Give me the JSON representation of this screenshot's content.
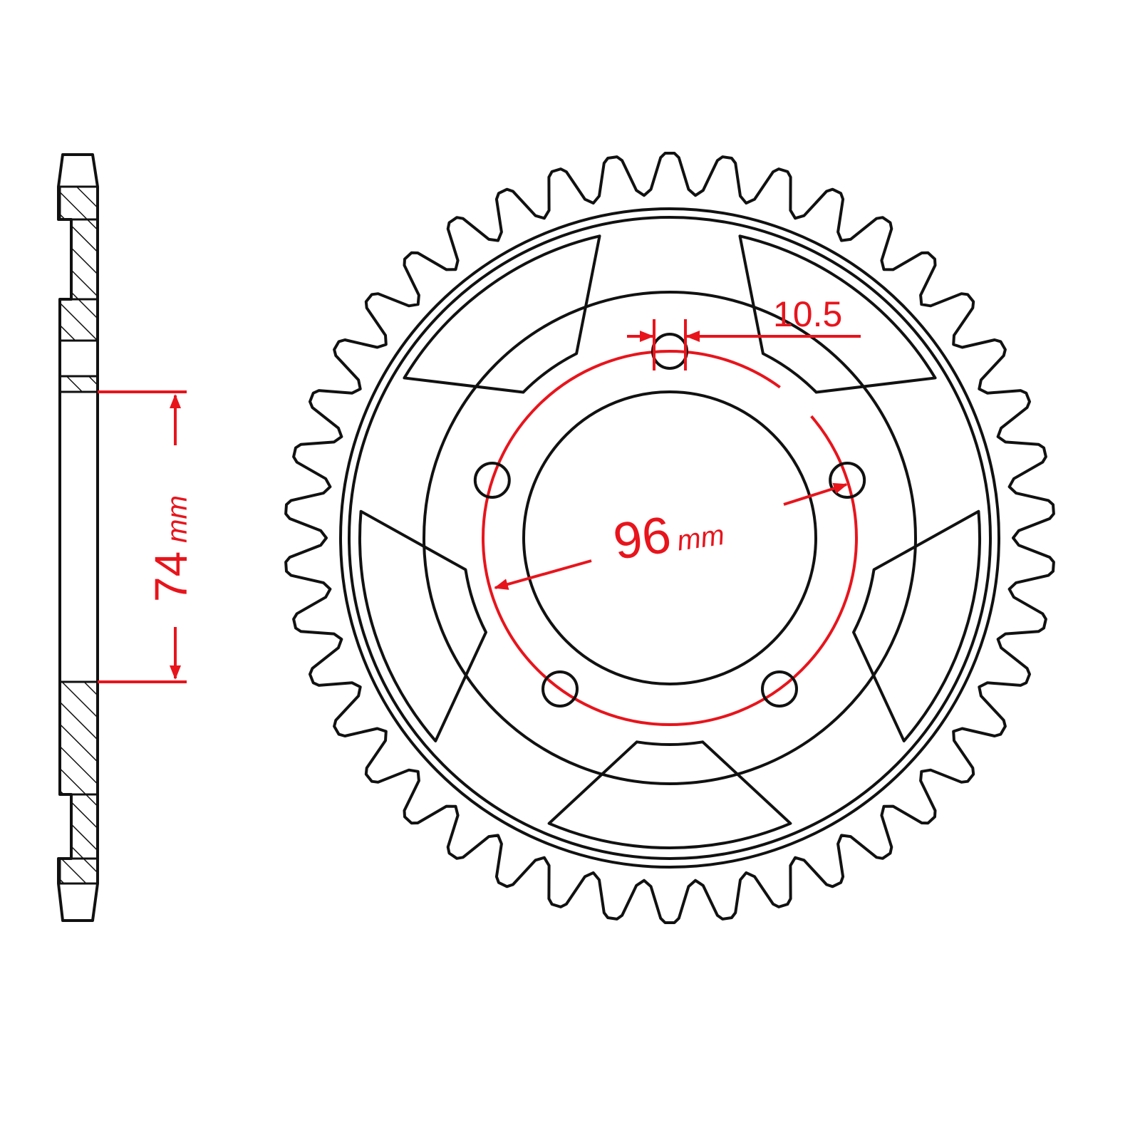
{
  "drawing": {
    "bolt_circle_label": {
      "value": "96",
      "unit": "mm"
    },
    "hub_height_label": {
      "value": "74",
      "unit": "mm"
    },
    "bolt_hole_label": "10.5",
    "tooth_count": 42,
    "bolt_holes": 5,
    "colors": {
      "outline": "#111111",
      "dimension": "#e8141c"
    }
  }
}
